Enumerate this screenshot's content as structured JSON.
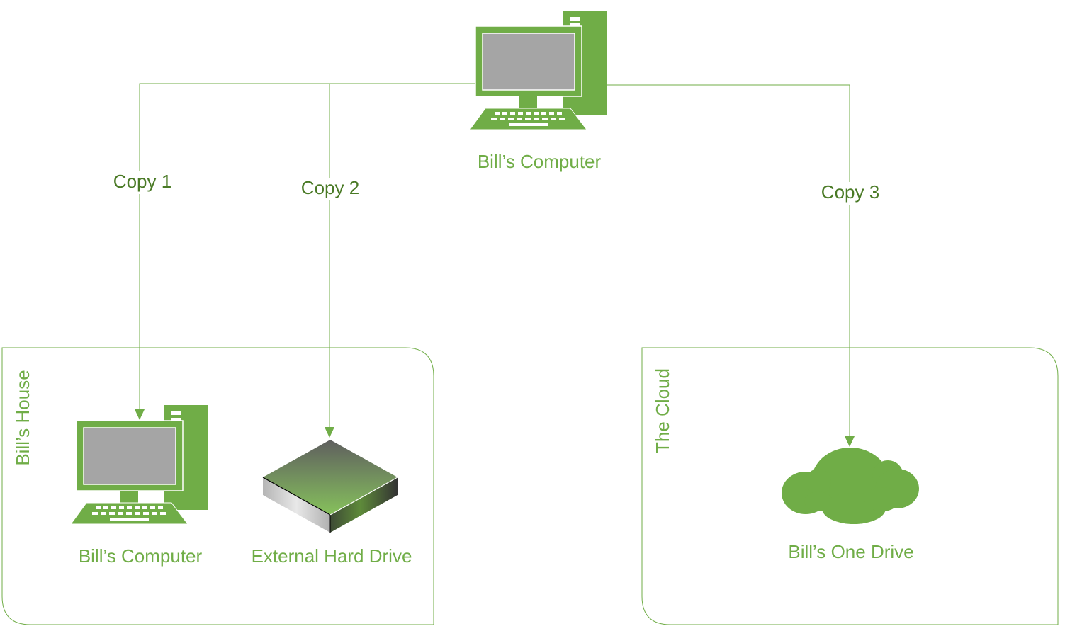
{
  "colors": {
    "accent": "#70ad47",
    "label_dark": "#4a7a26",
    "screen": "#a5a5a5"
  },
  "source": {
    "label": "Bill’s Computer",
    "icon": "desktop-computer-icon"
  },
  "connectors": [
    {
      "label": "Copy 1"
    },
    {
      "label": "Copy 2"
    },
    {
      "label": "Copy 3"
    }
  ],
  "groups": [
    {
      "title": "Bill’s House",
      "nodes": [
        {
          "label": "Bill’s Computer",
          "icon": "desktop-computer-icon"
        },
        {
          "label": "External Hard Drive",
          "icon": "hard-drive-icon"
        }
      ]
    },
    {
      "title": "The Cloud",
      "nodes": [
        {
          "label": "Bill’s One Drive",
          "icon": "cloud-icon"
        }
      ]
    }
  ]
}
